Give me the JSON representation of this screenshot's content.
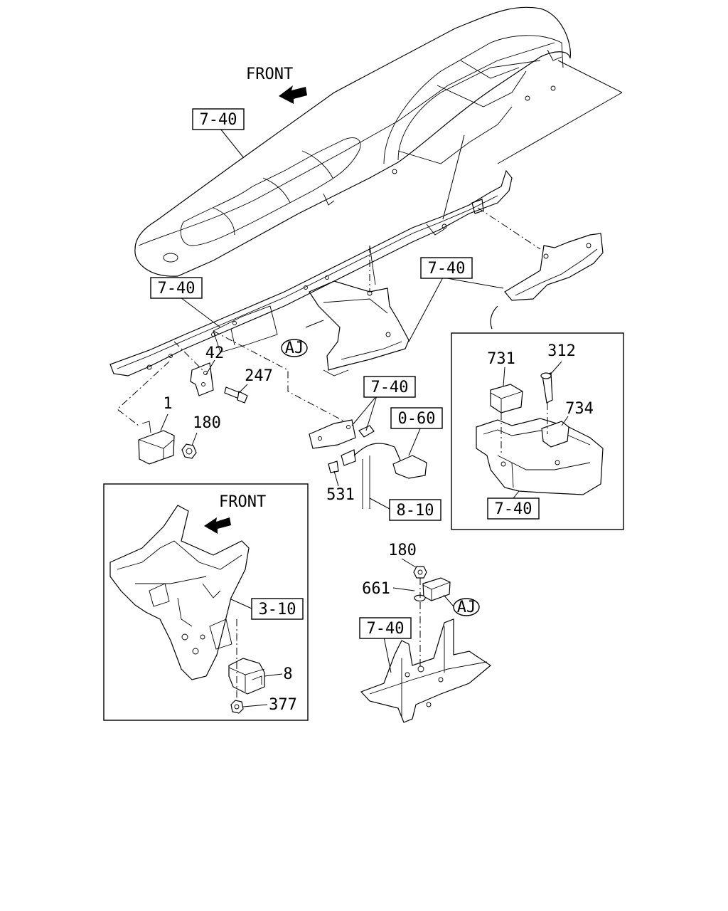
{
  "labels": {
    "front_top": "FRONT",
    "front_inset": "FRONT",
    "ref_7_40_dash": "7-40",
    "ref_7_40_beam": "7-40",
    "ref_7_40_right": "7-40",
    "ref_7_40_bracket": "7-40",
    "ref_7_40_inset": "7-40",
    "ref_7_40_bottom": "7-40",
    "ref_0_60": "0-60",
    "ref_8_10": "8-10",
    "ref_3_10": "3-10",
    "aj_circle_1": "AJ",
    "aj_circle_2": "AJ",
    "part_42": "42",
    "part_247": "247",
    "part_1": "1",
    "part_180_a": "180",
    "part_531": "531",
    "part_731": "731",
    "part_312": "312",
    "part_734": "734",
    "part_180_b": "180",
    "part_661": "661",
    "part_8": "8",
    "part_377": "377"
  }
}
